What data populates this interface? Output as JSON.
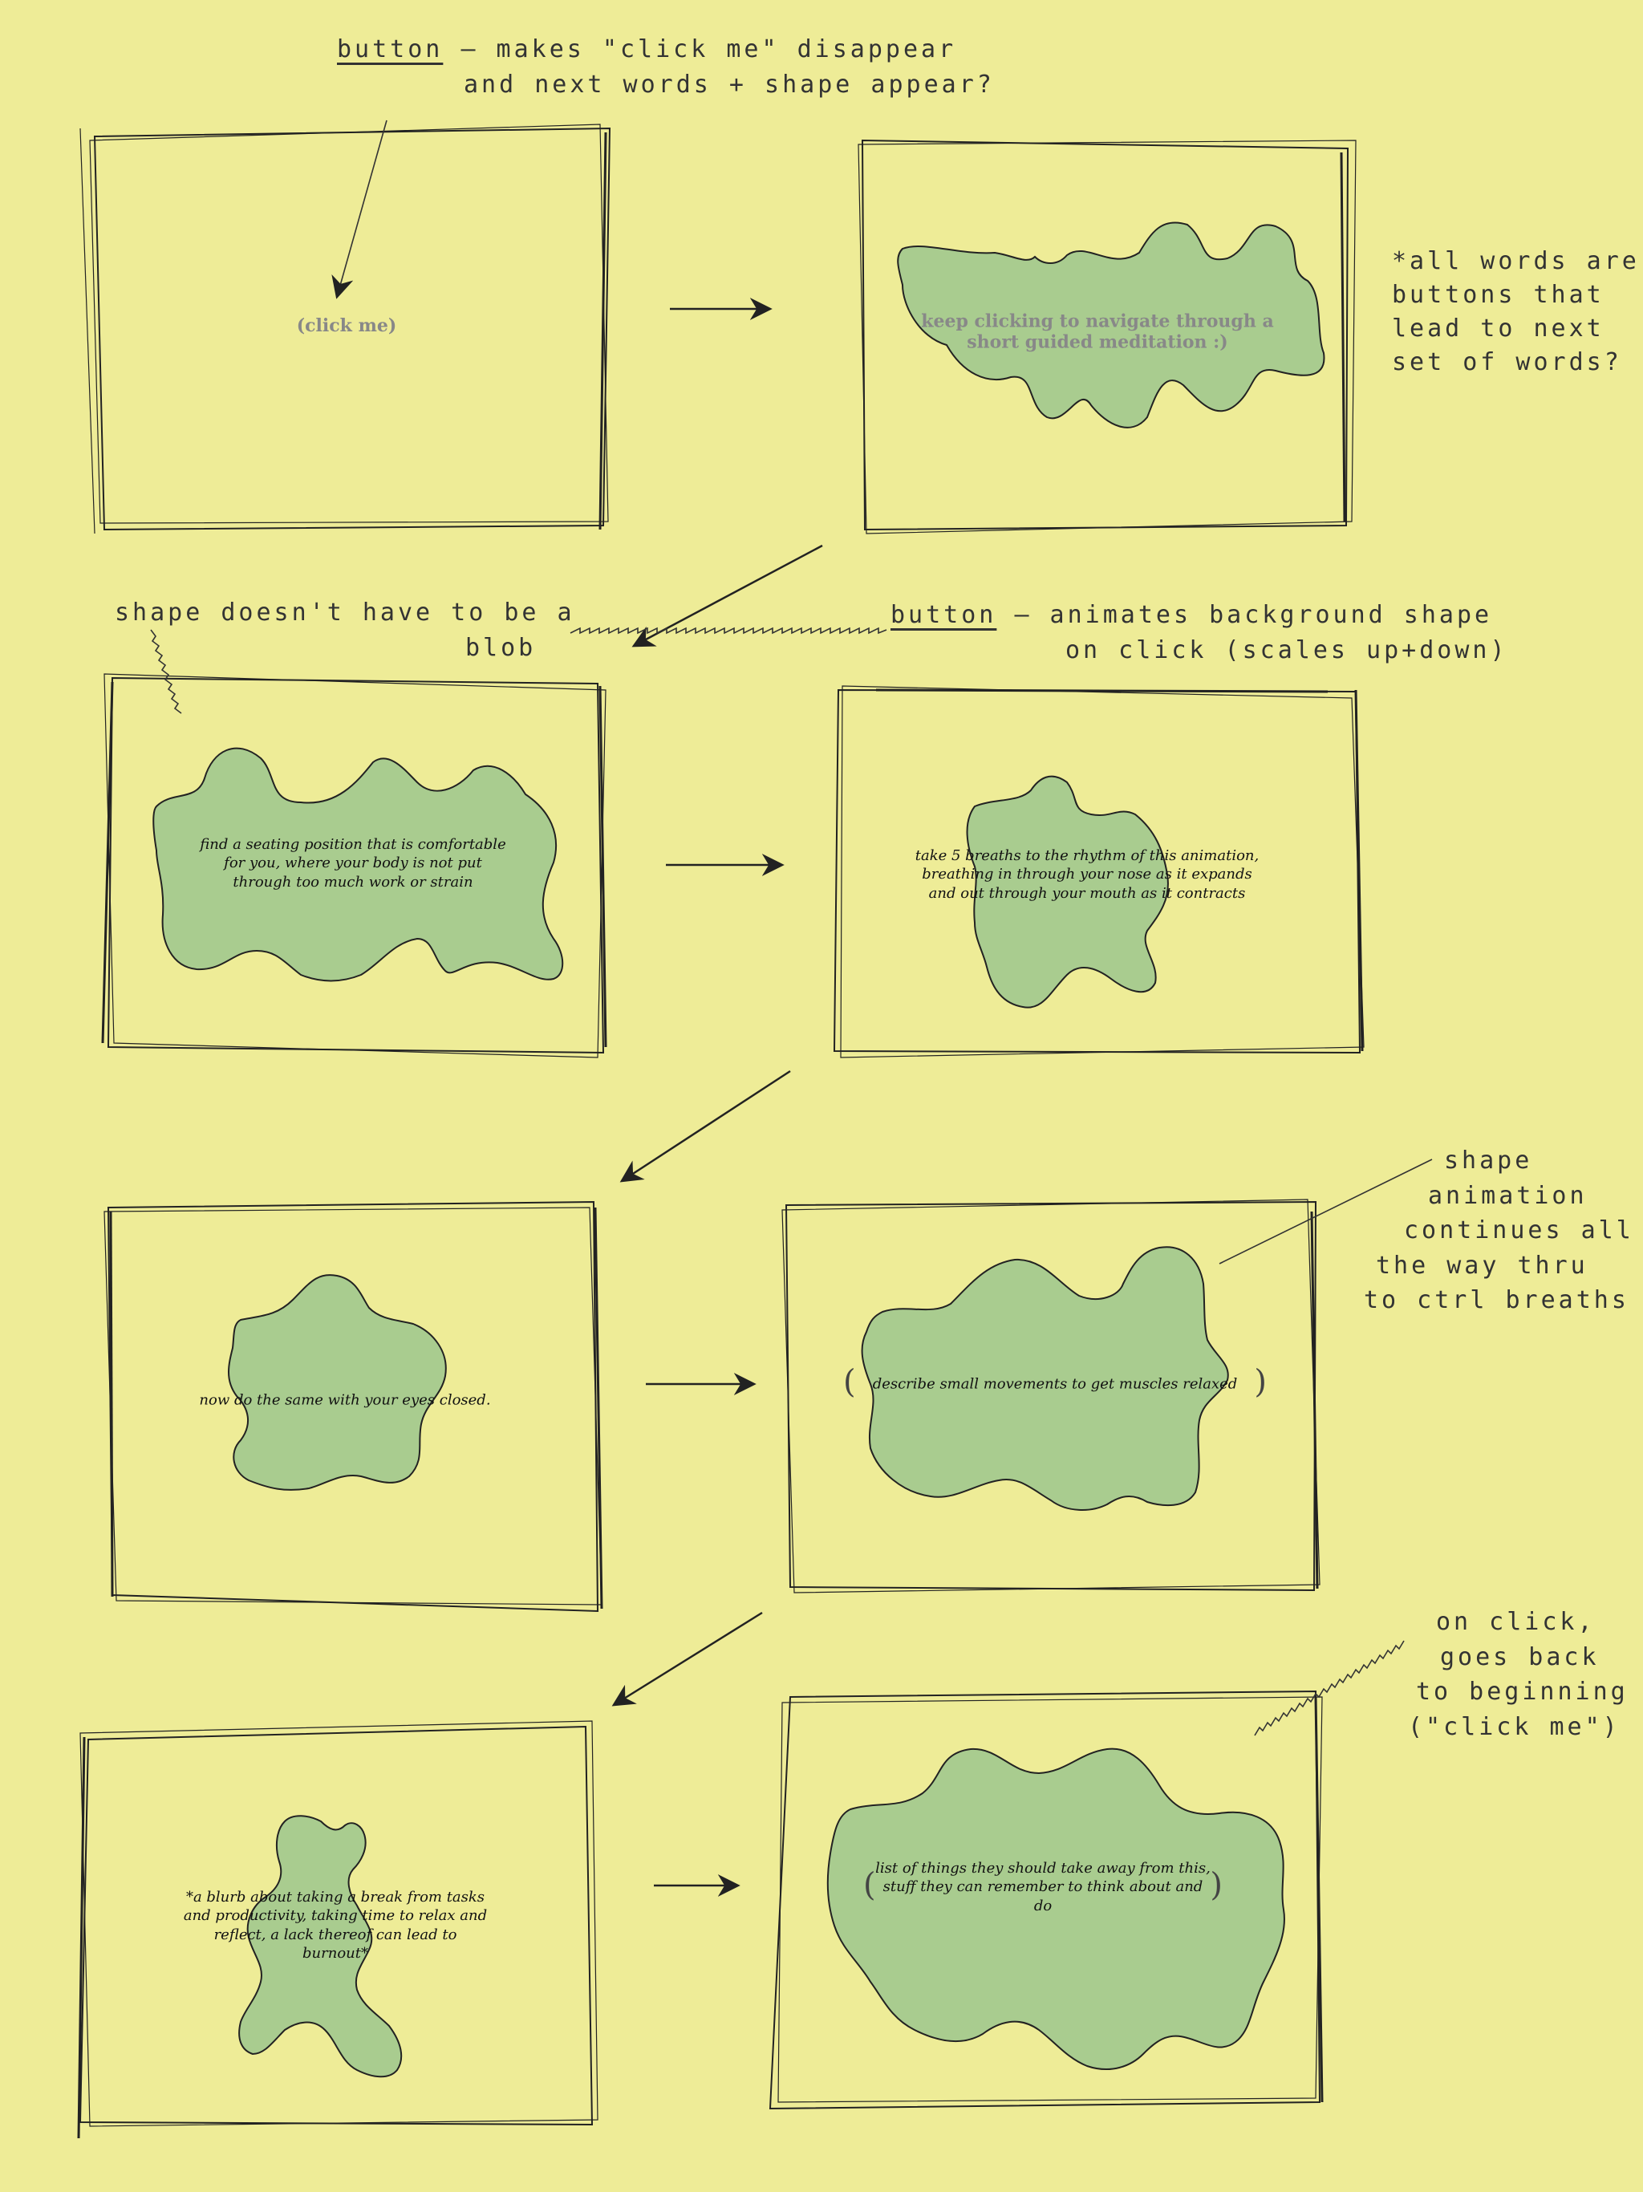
{
  "colors": {
    "background": "#eeec97",
    "blob_fill": "#a9cc8f",
    "ink": "#222222",
    "button_text": "#888888"
  },
  "notes": {
    "click_me_button_word": "button",
    "click_me_button_text": "– makes \"click me\" disappear",
    "click_me_button_text_2": "and next words + shape appear?",
    "all_words_1": "*all words are",
    "all_words_2": "buttons that",
    "all_words_3": "lead to next",
    "all_words_4": "set of words?",
    "shape_blob_1": "shape doesn't have to be a",
    "shape_blob_2": "blob",
    "animate_button_word": "button",
    "animate_button_text": "– animates background shape",
    "animate_button_text_2": "on click (scales up+down)",
    "shape_anim_1": "shape",
    "shape_anim_2": "animation",
    "shape_anim_3": "continues all",
    "shape_anim_4": "the way thru",
    "shape_anim_5": "to ctrl breaths",
    "back_1": "on click,",
    "back_2": "goes back",
    "back_3": "to beginning",
    "back_4": "(\"click me\")"
  },
  "panels": {
    "p1_button": "click me",
    "p2_text": "keep clicking to navigate through a short guided meditation :)",
    "p3_text": "find a seating position that is comfortable for you, where your body is not put through too much work or strain",
    "p4_text": "take 5 breaths to the rhythm of this animation, breathing in through your nose as it expands and out through your mouth as it contracts",
    "p5_text": "now do the same with your eyes closed.",
    "p6_text": "describe small movements to get muscles relaxed",
    "p7_text": "*a blurb about taking a break from tasks and productivity, taking time to relax and reflect, a lack thereof can lead to burnout*",
    "p8_text": "list of things they should take away from this, stuff they can remember to think about and do"
  }
}
